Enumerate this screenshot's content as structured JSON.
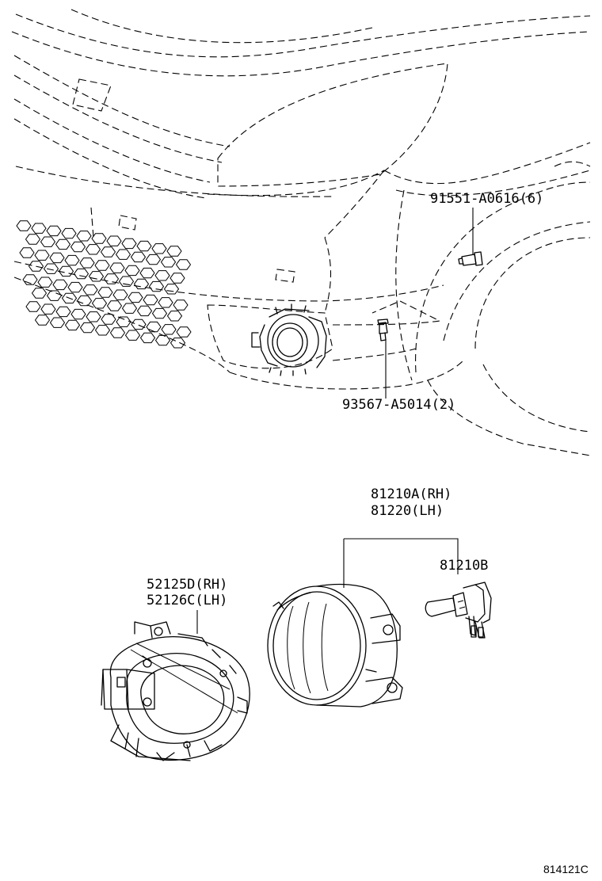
{
  "labels": {
    "bolt_upper": "91551-A0616(6)",
    "bolt_lower": "93567-A5014(2)",
    "lamp_rh": "81210A(RH)",
    "lamp_lh": "81220(LH)",
    "bulb": "81210B",
    "bracket_rh": "52125D(RH)",
    "bracket_lh": "52126C(LH)",
    "drawing_ref": "814121C"
  }
}
